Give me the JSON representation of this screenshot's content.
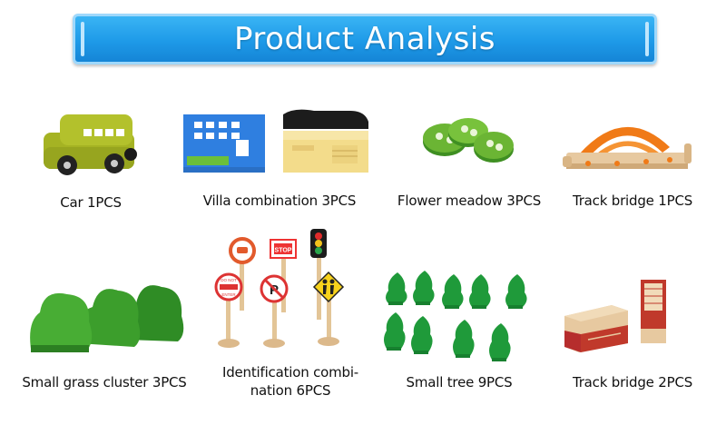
{
  "banner": {
    "title": "Product Analysis"
  },
  "products": [
    {
      "label": "Car  1PCS",
      "icon": "toy-car-icon"
    },
    {
      "label": "Villa combination  3PCS",
      "icon": "villa-blocks-icon"
    },
    {
      "label": "Flower meadow 3PCS",
      "icon": "flower-meadow-icon"
    },
    {
      "label": "Track bridge 1PCS",
      "icon": "arched-track-bridge-icon"
    },
    {
      "label": "Small grass cluster 3PCS",
      "icon": "grass-cluster-icon"
    },
    {
      "label": "Identification combi-",
      "label_line2": "nation 6PCS",
      "icon": "road-signs-icon"
    },
    {
      "label": "Small tree 9PCS",
      "icon": "small-trees-icon"
    },
    {
      "label": "Track bridge 2PCS",
      "icon": "bridge-pillars-icon"
    }
  ],
  "signs": {
    "stop": "STOP",
    "no_entry_top": "DO NOT",
    "no_entry_bottom": "ENTER"
  },
  "colors": {
    "banner": "#1e9ae8",
    "car_body": "#a5b323",
    "house_blue": "#2f7fe0",
    "house_yellow": "#f3dc8b",
    "flower_green": "#6bb534",
    "bridge_orange": "#f07a17",
    "grass_green": "#3c9e2c",
    "tree_green": "#1f9a3a",
    "wood": "#e7c9a0"
  }
}
